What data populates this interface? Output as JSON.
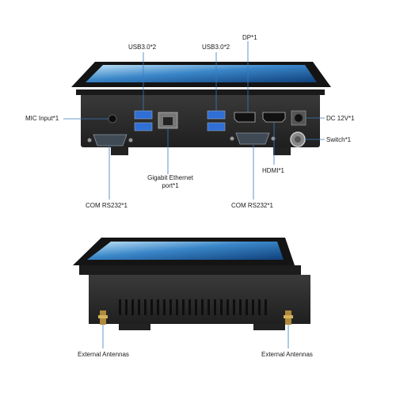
{
  "labels": {
    "usb_left": "USB3.0*2",
    "usb_right": "USB3.0*2",
    "dp": "DP*1",
    "mic": "MIC Input*1",
    "dc": "DC 12V*1",
    "switch": "Switch*1",
    "hdmi": "HDMI*1",
    "gbe_line1": "Gigabit Ethernet",
    "gbe_line2": "port*1",
    "com_left": "COM RS232*1",
    "com_right": "COM RS232*1",
    "antenna_left": "External Antennas",
    "antenna_right": "External Antennas"
  },
  "colors": {
    "chassis": "#2b2b2b",
    "chassis_dark": "#1a1a1a",
    "bezel": "#111111",
    "usb_blue": "#2f6fd6",
    "screen_blue": "#3a86c8",
    "leader_line": "#3a7bbf"
  }
}
